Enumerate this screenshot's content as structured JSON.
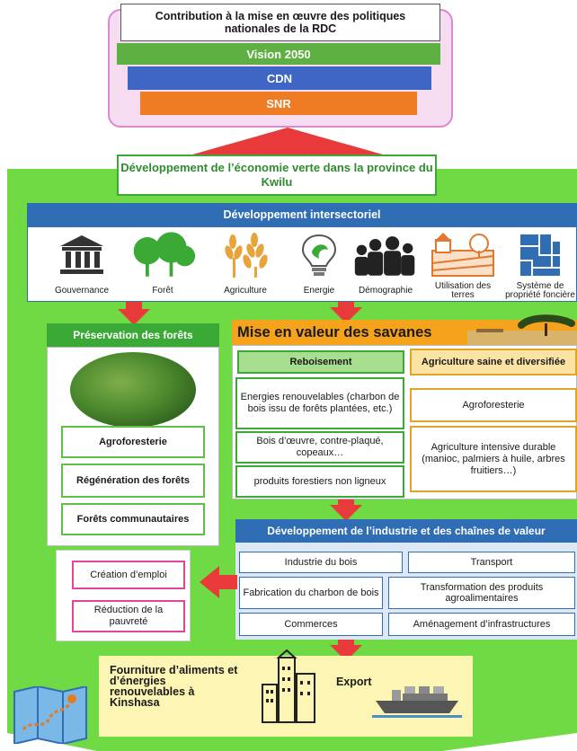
{
  "policy": {
    "title": "Contribution à la mise en œuvre des politiques nationales de la RDC",
    "bars": [
      "Vision 2050",
      "CDN",
      "SNR"
    ]
  },
  "green_economy": "Développement de l’économie verte dans la province du Kwilu",
  "intersectoral": {
    "header": "Développement intersectoriel",
    "sectors": [
      {
        "label": "Gouvernance",
        "icon": "government-building-icon"
      },
      {
        "label": "Forêt",
        "icon": "trees-icon"
      },
      {
        "label": "Agriculture",
        "icon": "wheat-icon"
      },
      {
        "label": "Energie",
        "icon": "lightbulb-icon"
      },
      {
        "label": "Démographie",
        "icon": "people-icon"
      },
      {
        "label": "Utilisation des terres",
        "icon": "land-use-icon"
      },
      {
        "label": "Système de propriété foncière",
        "icon": "land-tenure-icon"
      }
    ]
  },
  "forest_preservation": {
    "header": "Préservation des forêts",
    "items": [
      "Agroforesterie",
      "Régénération des forêts",
      "Forêts communautaires"
    ]
  },
  "savanna": {
    "header": "Mise en valeur des savanes",
    "reforestation": {
      "header": "Reboisement",
      "items": [
        "Energies renouvelables (charbon de bois issu de forêts plantées, etc.)",
        "Bois d’œuvre, contre-plaqué, copeaux…",
        "produits forestiers non ligneux"
      ]
    },
    "agriculture": {
      "header": "Agriculture saine et diversifiée",
      "items": [
        "Agroforesterie",
        "Agriculture intensive durable (manioc, palmiers à huile, arbres fruitiers…)"
      ]
    }
  },
  "industry": {
    "header": "Développement de l’industrie et des chaînes de valeur",
    "items": [
      "Industrie du bois",
      "Transport",
      "Fabrication du charbon de bois",
      "Transformation des produits agroalimentaires",
      "Commerces",
      "Aménagement d’infrastructures"
    ]
  },
  "outcomes": [
    "Création d’emploi",
    "Réduction de la pauvreté"
  ],
  "bottom": {
    "supply": "Fourniture d’aliments et d’énergies renouvelables à Kinshasa",
    "export": "Export"
  },
  "colors": {
    "green": "#6fda43",
    "blue": "#2f6db5",
    "orange": "#ef7c22",
    "red_arrow": "#e83a3a",
    "pink_border": "#e0479a"
  }
}
